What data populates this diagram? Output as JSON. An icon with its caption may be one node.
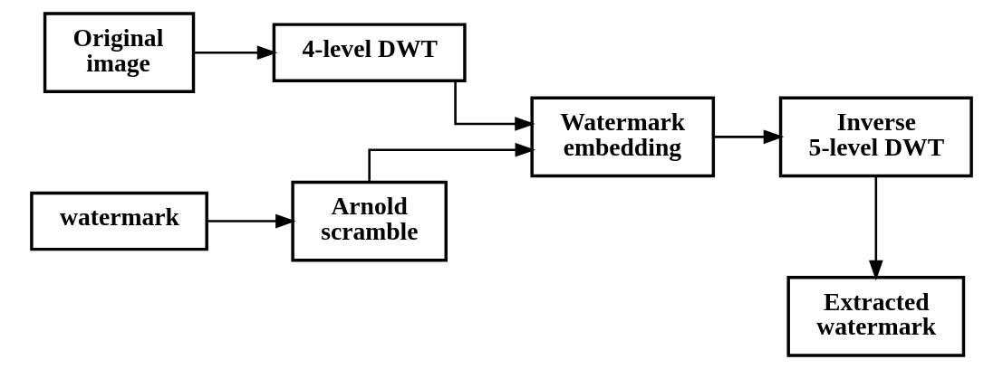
{
  "diagram": {
    "nodes": [
      {
        "text": [
          "Original image"
        ]
      },
      {
        "text": [
          "4-level DWT"
        ]
      },
      {
        "text": [
          "Watermark embedding"
        ]
      },
      {
        "text": [
          "Inverse 5-level DWT"
        ]
      },
      {
        "text": [
          "Extracted watermark"
        ]
      },
      {
        "text": [
          "watermark"
        ]
      },
      {
        "text": [
          "Arnold scramble"
        ]
      }
    ],
    "edges": [
      {
        "from": 0,
        "to": 1,
        "arrow": "to"
      },
      {
        "from": 1,
        "to": 2,
        "arrow": "to"
      },
      {
        "from": 6,
        "to": 2,
        "arrow": "to"
      },
      {
        "from": 2,
        "to": 3,
        "arrow": "to"
      },
      {
        "from": 3,
        "to": 4,
        "arrow": "to"
      },
      {
        "from": 5,
        "to": 6,
        "arrow": "to"
      }
    ]
  }
}
